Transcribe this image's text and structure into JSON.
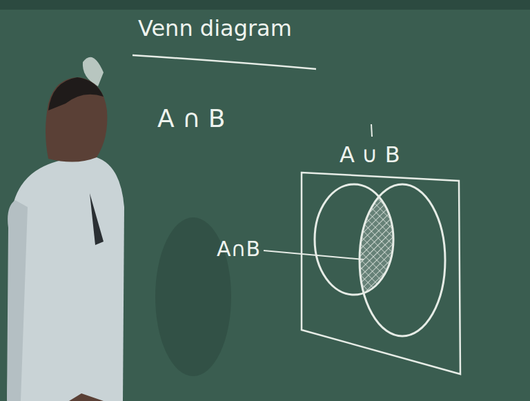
{
  "diagram": {
    "title": "Venn diagram",
    "nodes": [
      {
        "text": [
          "A ∪ B"
        ]
      }
    ],
    "labels": [
      "A ∩ B",
      "A∩B"
    ]
  }
}
